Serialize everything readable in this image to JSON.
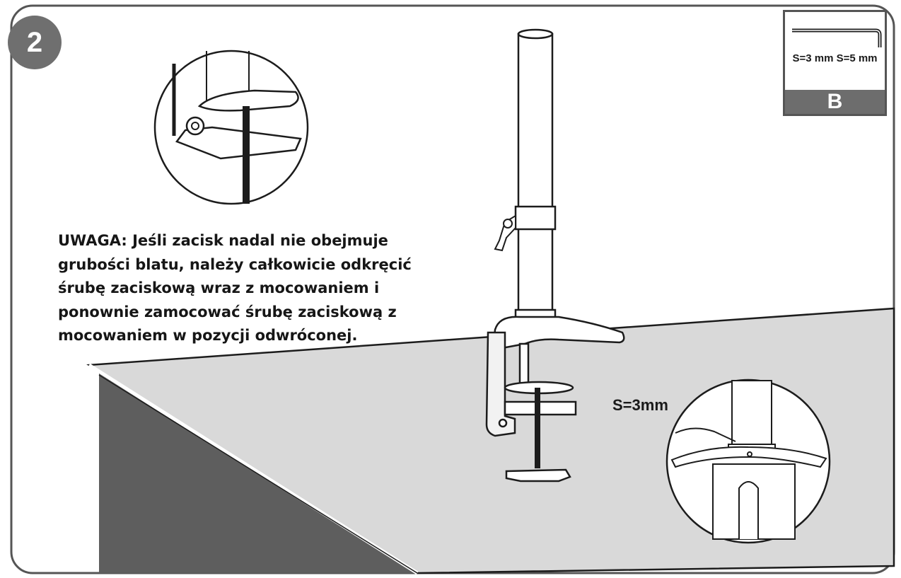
{
  "step_number": "2",
  "note_lines": [
    "UWAGA: Jeśli zacisk nadal nie obejmuje",
    "grubości blatu, należy całkowicie odkręcić",
    "śrubę zaciskową wraz z mocowaniem i",
    "ponownie zamocować śrubę zaciskową z",
    "mocowaniem w pozycji odwróconej."
  ],
  "tool_box": {
    "sizes": "S=3 mm S=5 mm",
    "letter": "B"
  },
  "callout_label": "S=3mm",
  "colors": {
    "badge": "#6f6f6f",
    "frame_border": "#555555",
    "desk_top": "#d9d9d9",
    "desk_side": "#5e5e5e",
    "line": "#1c1c1c",
    "text": "#161616"
  }
}
